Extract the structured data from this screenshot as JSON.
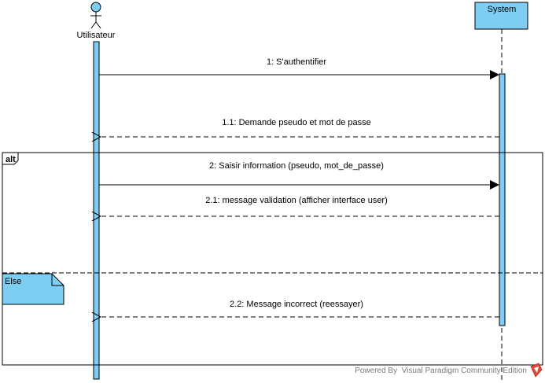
{
  "actors": {
    "user": {
      "name": "Utilisateur"
    },
    "system": {
      "name": "System"
    }
  },
  "messages": [
    {
      "id": "m1",
      "label": "1: S'authentifier",
      "kind": "sync"
    },
    {
      "id": "m2",
      "label": "1.1: Demande pseudo et mot de passe",
      "kind": "return"
    },
    {
      "id": "m3",
      "label": "2: Saisir information (pseudo, mot_de_passe)",
      "kind": "sync"
    },
    {
      "id": "m4",
      "label": "2.1: message validation (afficher interface user)",
      "kind": "return"
    },
    {
      "id": "m5",
      "label": "2.2: Message incorrect (reessayer)",
      "kind": "return"
    }
  ],
  "fragment": {
    "operator": "alt",
    "else_label": "Else"
  },
  "footer": {
    "text": "Powered By  Visual Paradigm Community Edition"
  },
  "colors": {
    "lifeline_fill": "#7ecef4",
    "outline": "#000000"
  }
}
